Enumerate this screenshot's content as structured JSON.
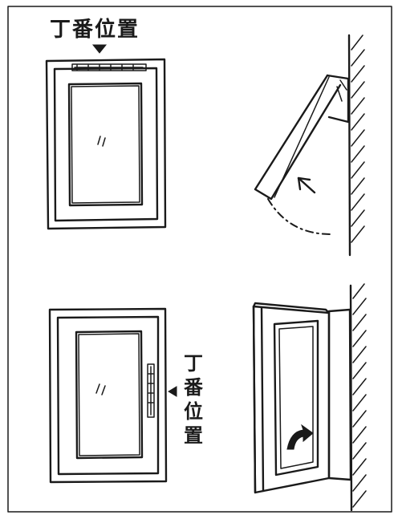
{
  "labels": {
    "hinge_position_top": "丁番位置",
    "hinge_position_side": "丁番位置"
  },
  "colors": {
    "ink": "#1a1a1a",
    "paper": "#ffffff"
  },
  "icons": [
    "down-arrow-marker",
    "left-arrow-marker",
    "open-arrow",
    "rotate-arrow",
    "wall-hatching"
  ]
}
